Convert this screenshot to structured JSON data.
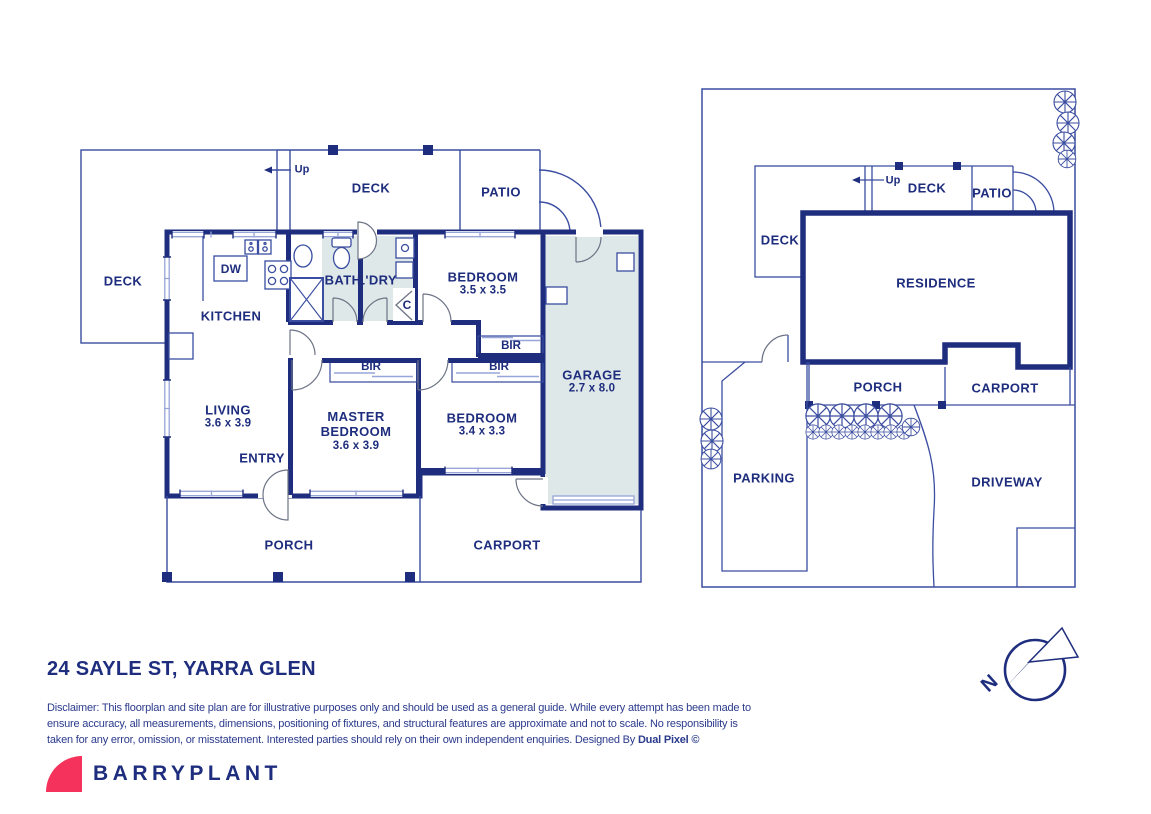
{
  "colors": {
    "navy_walls_text": "#1e2d7d",
    "thin_line_blue": "#3a4da0",
    "window_light_blue": "#97a5d8",
    "door_grey": "#6d7486",
    "room_shade": "#dfe8e9",
    "logo_red": "#f5325b"
  },
  "floorplan": {
    "up": "Up",
    "labels": {
      "deck_left": "DECK",
      "deck_top": "DECK",
      "patio": "PATIO",
      "kitchen": "KITCHEN",
      "dw": "DW",
      "bath": "BATH",
      "ldry": "L'DRY",
      "closet": "C",
      "bedroom1": {
        "name": "BEDROOM",
        "dims": "3.5 x 3.5"
      },
      "bir1": "BIR",
      "bir2": "BIR",
      "bir3": "BIR",
      "garage": {
        "name": "GARAGE",
        "dims": "2.7 x 8.0"
      },
      "living": {
        "name": "LIVING",
        "dims": "3.6 x 3.9"
      },
      "master": {
        "name": "MASTER BEDROOM",
        "dims": "3.6 x 3.9"
      },
      "bedroom2": {
        "name": "BEDROOM",
        "dims": "3.4 x 3.3"
      },
      "entry": "ENTRY",
      "porch": "PORCH",
      "carport": "CARPORT"
    }
  },
  "siteplan": {
    "up": "Up",
    "labels": {
      "deck_left": "DECK",
      "deck_top": "DECK",
      "patio": "PATIO",
      "residence": "RESIDENCE",
      "porch": "PORCH",
      "carport": "CARPORT",
      "parking": "PARKING",
      "driveway": "DRIVEWAY"
    }
  },
  "compass": {
    "north": "N"
  },
  "footer": {
    "title": "24 SAYLE ST, YARRA GLEN",
    "disclaimer": "Disclaimer: This floorplan and site plan are for illustrative purposes only and should be used as a general guide. While every attempt has been made to ensure accuracy, all measurements, dimensions, positioning of fixtures, and structural features are approximate and not to scale. No responsibility is taken for any error, omission, or misstatement. Interested parties should rely on their own independent enquiries. Designed By ",
    "designer": "Dual Pixel ©",
    "brand": "BARRYPLANT"
  }
}
